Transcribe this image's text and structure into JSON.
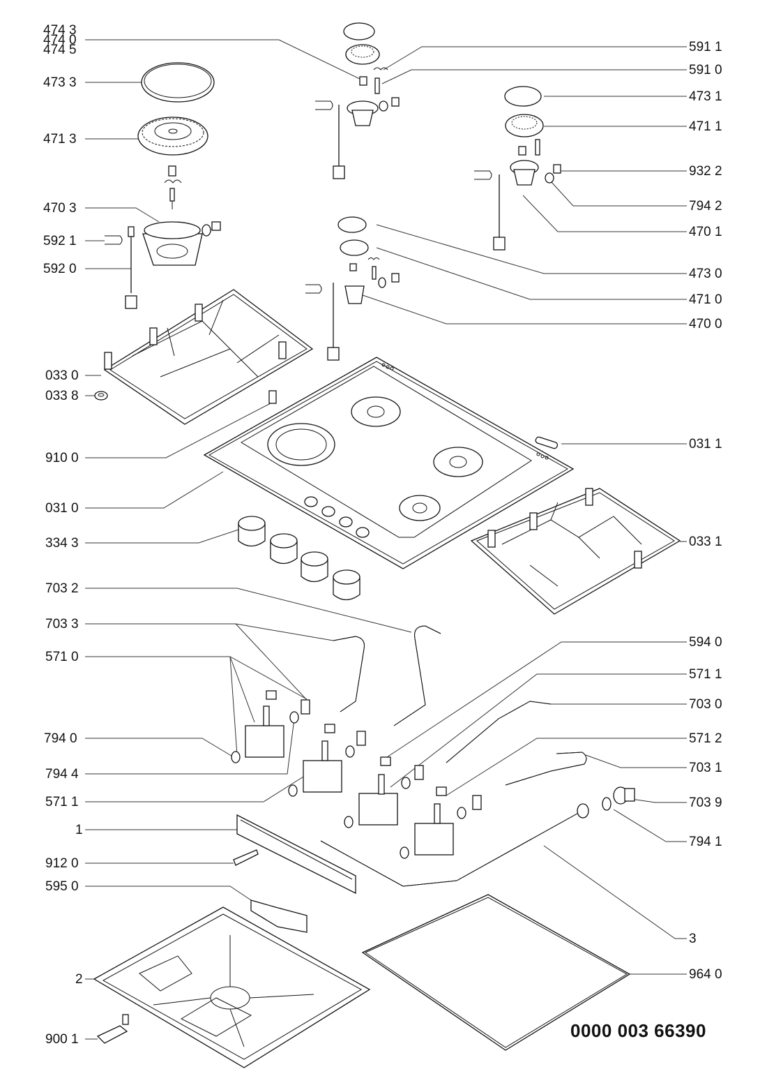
{
  "diagram": {
    "title": "Gas hob exploded parts diagram",
    "document_number": "0000 003 66390",
    "labels_left": [
      {
        "id": "474-3",
        "text": "474 3"
      },
      {
        "id": "474-0",
        "text": "474 0"
      },
      {
        "id": "474-5",
        "text": "474 5"
      },
      {
        "id": "473-3",
        "text": "473 3"
      },
      {
        "id": "471-3",
        "text": "471 3"
      },
      {
        "id": "470-3",
        "text": "470 3"
      },
      {
        "id": "592-1",
        "text": "592 1"
      },
      {
        "id": "592-0",
        "text": "592 0"
      },
      {
        "id": "033-0",
        "text": "033 0"
      },
      {
        "id": "033-8",
        "text": "033 8"
      },
      {
        "id": "910-0",
        "text": "910 0"
      },
      {
        "id": "031-0",
        "text": "031 0"
      },
      {
        "id": "334-3",
        "text": "334 3"
      },
      {
        "id": "703-2",
        "text": "703 2"
      },
      {
        "id": "703-3",
        "text": "703 3"
      },
      {
        "id": "571-0",
        "text": "571 0"
      },
      {
        "id": "794-0",
        "text": "794 0"
      },
      {
        "id": "794-4",
        "text": "794 4"
      },
      {
        "id": "571-1-left",
        "text": "571 1"
      },
      {
        "id": "1",
        "text": "1"
      },
      {
        "id": "912-0",
        "text": "912 0"
      },
      {
        "id": "595-0",
        "text": "595 0"
      },
      {
        "id": "2",
        "text": "2"
      },
      {
        "id": "900-1",
        "text": "900 1"
      }
    ],
    "labels_right": [
      {
        "id": "591-1",
        "text": "591 1"
      },
      {
        "id": "591-0",
        "text": "591 0"
      },
      {
        "id": "473-1",
        "text": "473 1"
      },
      {
        "id": "471-1",
        "text": "471 1"
      },
      {
        "id": "932-2",
        "text": "932 2"
      },
      {
        "id": "794-2",
        "text": "794 2"
      },
      {
        "id": "470-1",
        "text": "470 1"
      },
      {
        "id": "473-0",
        "text": "473 0"
      },
      {
        "id": "471-0",
        "text": "471 0"
      },
      {
        "id": "470-0",
        "text": "470 0"
      },
      {
        "id": "031-1",
        "text": "031 1"
      },
      {
        "id": "033-1",
        "text": "033 1"
      },
      {
        "id": "594-0",
        "text": "594 0"
      },
      {
        "id": "571-1-right",
        "text": "571 1"
      },
      {
        "id": "703-0",
        "text": "703 0"
      },
      {
        "id": "571-2",
        "text": "571 2"
      },
      {
        "id": "703-1",
        "text": "703 1"
      },
      {
        "id": "703-9",
        "text": "703 9"
      },
      {
        "id": "794-1",
        "text": "794 1"
      },
      {
        "id": "3",
        "text": "3"
      },
      {
        "id": "964-0",
        "text": "964 0"
      }
    ]
  }
}
